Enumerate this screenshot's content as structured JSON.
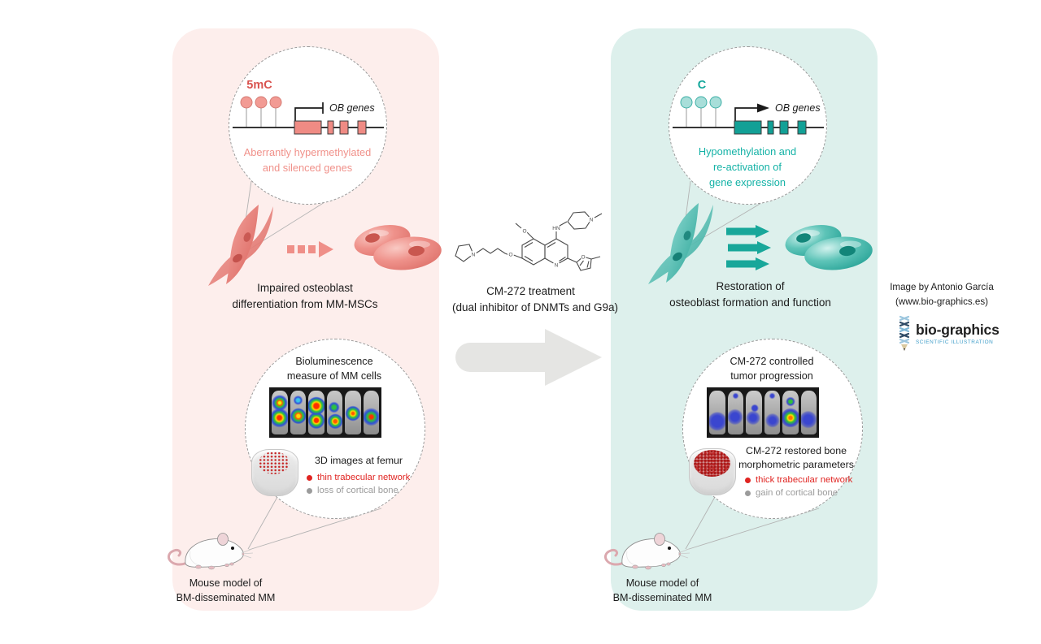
{
  "figure": {
    "credit_line1": "Image by Antonio García",
    "credit_line2": "(www.bio-graphics.es)",
    "logo_name": "bio-graphics",
    "logo_tagline": "SCIENTIFIC ILLUSTRATION"
  },
  "center": {
    "treatment_title": "CM-272 treatment",
    "treatment_subtitle": "(dual inhibitor of DNMTs and G9a)"
  },
  "left_panel": {
    "methylation_mark": "5mC",
    "ob_genes_label": "OB genes",
    "epigenetic_caption": [
      "Aberrantly hypermethylated",
      "and silenced genes"
    ],
    "cells_caption": [
      "Impaired osteoblast",
      "differentiation from MM-MSCs"
    ],
    "bioluminescence_title": [
      "Bioluminescence",
      "measure of MM cells"
    ],
    "femur_label": "3D images at femur",
    "bullet_red": "thin trabecular network",
    "bullet_grey": "loss of cortical bone",
    "mouse_caption": [
      "Mouse model of",
      "BM-disseminated MM"
    ]
  },
  "right_panel": {
    "methylation_mark": "C",
    "ob_genes_label": "OB genes",
    "epigenetic_caption": [
      "Hypomethylation and",
      "re-activation of",
      "gene expression"
    ],
    "cells_caption": [
      "Restoration of",
      "osteoblast formation and function"
    ],
    "bioluminescence_title": [
      "CM-272 controlled",
      "tumor progression"
    ],
    "femur_label": [
      "CM-272 restored bone",
      "morphometric parameters"
    ],
    "bullet_red": "thick trabecular network",
    "bullet_grey": "gain of cortical bone",
    "mouse_caption": [
      "Mouse model of",
      "BM-disseminated MM"
    ]
  },
  "colors": {
    "left_panel_bg": "#fdeeec",
    "right_panel_bg": "#ddf0ec",
    "salmon_accent": "#ef8b84",
    "red_mark": "#d9534f",
    "teal_accent": "#12a096",
    "bullet_red": "#e02421",
    "bullet_grey": "#9b9b9b"
  }
}
